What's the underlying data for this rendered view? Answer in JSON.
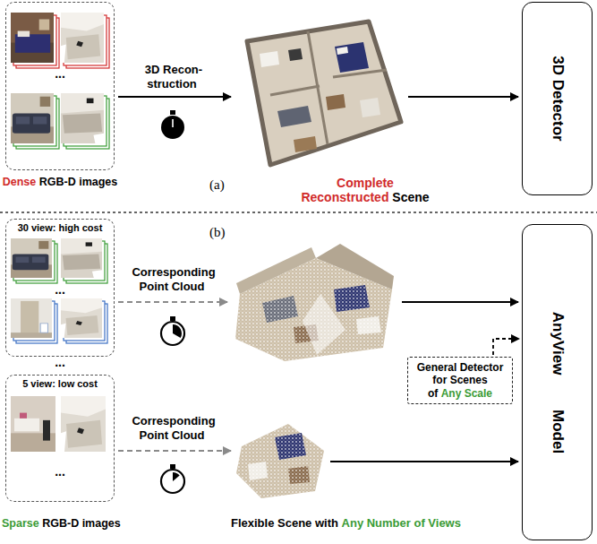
{
  "diagram": {
    "nodes": [
      {
        "text": [
          "Dense",
          "RGB-D images"
        ]
      },
      {
        "text": [
          "Complete Reconstructed",
          "Scene"
        ]
      },
      {
        "text": [
          "3D Detector"
        ]
      },
      {
        "text": [
          "30 view: high cost"
        ]
      },
      {
        "text": []
      },
      {
        "text": [
          "General Detector for Scenes of",
          "Any Scale"
        ]
      },
      {
        "text": [
          "AnyView Model"
        ]
      },
      {
        "text": [
          "5 view: low cost"
        ]
      },
      {
        "text": [
          "Flexible Scene with",
          "Any Number of Views"
        ]
      }
    ],
    "edges": [
      {
        "from": 0,
        "to": 1,
        "arrow": "to",
        "label": "3D Recon- struction"
      },
      {
        "from": 1,
        "to": 2,
        "arrow": "to"
      },
      {
        "from": 3,
        "to": 4,
        "arrow": "to",
        "label": "Corresponding Point Cloud"
      },
      {
        "from": 4,
        "to": 6,
        "arrow": "to"
      },
      {
        "from": 5,
        "to": 6,
        "arrow": "to"
      },
      {
        "from": 7,
        "to": 8,
        "arrow": "to",
        "label": "Corresponding Point Cloud"
      },
      {
        "from": 8,
        "to": 6,
        "arrow": "to"
      }
    ],
    "labels": [
      "(a)",
      "(b)",
      "...",
      "...",
      "...",
      "...",
      "Sparse",
      "RGB-D images"
    ]
  }
}
